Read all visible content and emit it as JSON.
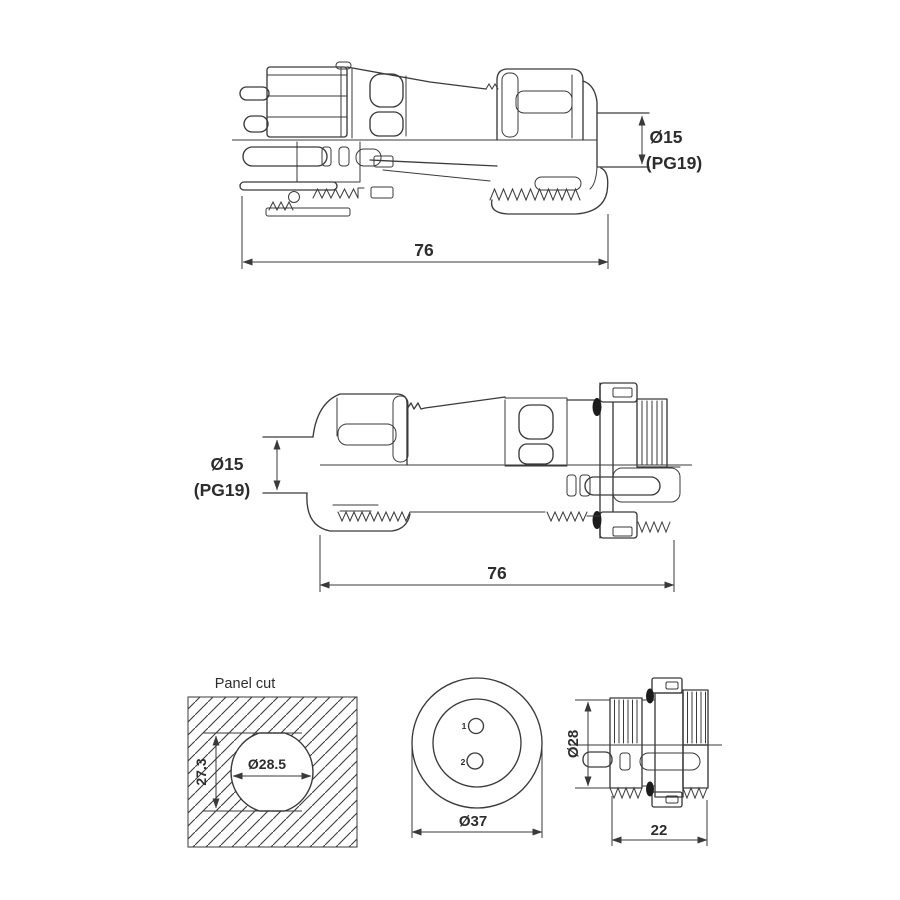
{
  "drawing": {
    "background": "#ffffff",
    "line_color": "#3a3a3a",
    "views": {
      "plug_side": {
        "dim_cable_diameter": "Ø15",
        "dim_thread_size": "(PG19)",
        "dim_overall_length": "76"
      },
      "socket_side": {
        "dim_cable_diameter": "Ø15",
        "dim_thread_size": "(PG19)",
        "dim_overall_length": "76"
      },
      "panel_cut": {
        "title": "Panel cut",
        "dim_hole_diameter": "Ø28.5",
        "dim_flat_to_flat": "27.3"
      },
      "front_face": {
        "dim_flange_diameter": "Ø37",
        "pin_1_label": "1",
        "pin_2_label": "2"
      },
      "receptacle_side": {
        "dim_body_diameter": "Ø28",
        "dim_mount_depth": "22"
      }
    }
  }
}
